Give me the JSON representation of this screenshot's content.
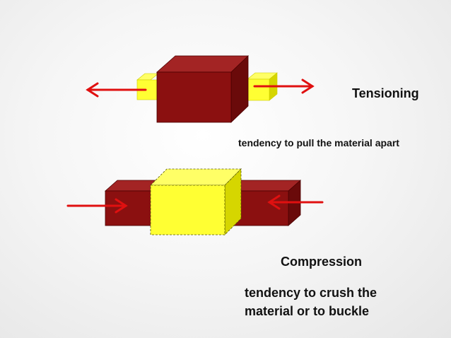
{
  "slide": {
    "tension": {
      "title": "Tensioning",
      "description": "tendency to pull the material apart"
    },
    "compression": {
      "title": "Compression",
      "description": "tendency to crush the material or to buckle"
    }
  },
  "colors": {
    "dark_red": "#8b1010",
    "dark_red_top": "#a32424",
    "dark_red_side": "#6a0a0a",
    "yellow": "#ffff33",
    "yellow_side": "#d6d600",
    "arrow_red": "#e01010"
  },
  "icons": [
    "left-arrow-icon",
    "right-arrow-icon"
  ]
}
